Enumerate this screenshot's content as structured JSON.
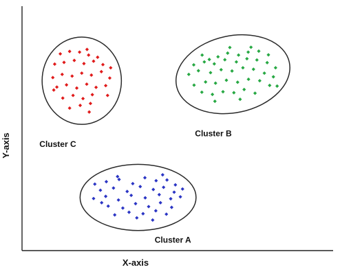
{
  "chart_data": {
    "type": "scatter",
    "title": "",
    "xlabel": "X-axis",
    "ylabel": "Y-axis",
    "xlim": [
      0,
      100
    ],
    "ylim": [
      0,
      100
    ],
    "grid": false,
    "legend": "none",
    "series": [
      {
        "name": "Cluster A",
        "color": "#2b35c4",
        "x": [
          23.4,
          27.1,
          31.2,
          35.6,
          39.5,
          43.1,
          46.6,
          49.3,
          25.2,
          29.4,
          33.8,
          38.0,
          42.2,
          45.5,
          48.9,
          51.6,
          23.0,
          26.9,
          31.0,
          35.1,
          39.6,
          44.1,
          47.8,
          50.9,
          27.7,
          32.4,
          36.5,
          40.7,
          44.5,
          48.1,
          29.8,
          34.4,
          38.9,
          43.0,
          46.4,
          42.0,
          36.9,
          25.6,
          30.7,
          45.2
        ],
        "y": [
          27.2,
          28.2,
          29.1,
          27.4,
          29.8,
          28.6,
          28.9,
          26.9,
          24.7,
          25.6,
          24.2,
          26.2,
          25.0,
          25.9,
          23.9,
          25.2,
          21.3,
          22.2,
          20.7,
          22.6,
          21.6,
          22.9,
          21.2,
          22.0,
          18.2,
          17.4,
          19.2,
          18.0,
          19.6,
          17.7,
          14.6,
          15.7,
          15.1,
          16.3,
          14.9,
          12.5,
          13.4,
          19.6,
          30.3,
          31.0
        ]
      },
      {
        "name": "Cluster B",
        "color": "#27a843",
        "x": [
          60.2,
          63.0,
          66.1,
          69.6,
          72.7,
          76.1,
          79.2,
          55.2,
          58.6,
          61.8,
          65.2,
          68.9,
          72.3,
          75.5,
          78.8,
          81.5,
          53.6,
          56.7,
          60.6,
          64.0,
          67.5,
          71.0,
          74.4,
          77.9,
          80.8,
          55.3,
          59.0,
          62.2,
          65.7,
          69.3,
          72.8,
          76.4,
          79.6,
          57.8,
          61.2,
          64.6,
          68.1,
          71.4,
          74.9,
          62.0,
          70.1,
          66.8,
          57.9,
          82.0,
          73.6
        ],
        "y": [
          78.2,
          79.3,
          80.8,
          80.0,
          81.2,
          81.6,
          80.1,
          76.0,
          77.2,
          76.4,
          78.1,
          77.2,
          78.5,
          78.0,
          76.9,
          74.8,
          72.1,
          73.6,
          72.8,
          74.0,
          73.5,
          74.8,
          74.2,
          72.6,
          71.1,
          67.7,
          69.0,
          68.5,
          69.7,
          68.9,
          70.1,
          69.5,
          67.6,
          64.8,
          63.9,
          65.0,
          64.6,
          65.9,
          64.4,
          61.1,
          61.9,
          83.1,
          80.0,
          67.3,
          83.2
        ]
      },
      {
        "name": "Cluster C",
        "color": "#e01b1b",
        "x": [
          12.3,
          15.3,
          18.5,
          21.4,
          24.3,
          10.5,
          13.5,
          16.8,
          19.9,
          23.0,
          26.0,
          28.5,
          9.9,
          12.9,
          16.1,
          19.2,
          22.3,
          25.5,
          28.2,
          11.2,
          14.3,
          17.6,
          20.8,
          23.8,
          26.9,
          13.1,
          16.4,
          19.6,
          22.6,
          15.3,
          18.7,
          22.0,
          20.9,
          27.5,
          10.2,
          21.6
        ],
        "y": [
          80.5,
          81.5,
          81.2,
          80.0,
          79.1,
          76.3,
          77.0,
          77.8,
          76.5,
          77.5,
          76.1,
          74.8,
          70.8,
          72.1,
          71.4,
          72.6,
          71.8,
          73.2,
          70.6,
          66.9,
          67.8,
          66.5,
          68.1,
          66.8,
          67.5,
          62.4,
          63.5,
          62.2,
          63.8,
          58.3,
          59.4,
          60.2,
          82.3,
          63.5,
          65.7,
          56.7
        ]
      }
    ],
    "annotations": [
      {
        "text": "Cluster A",
        "x": 48.5,
        "y": 3.2
      },
      {
        "text": "Cluster B",
        "x": 61.5,
        "y": 46.8
      },
      {
        "text": "Cluster C",
        "x": 11.5,
        "y": 42.4
      }
    ]
  }
}
